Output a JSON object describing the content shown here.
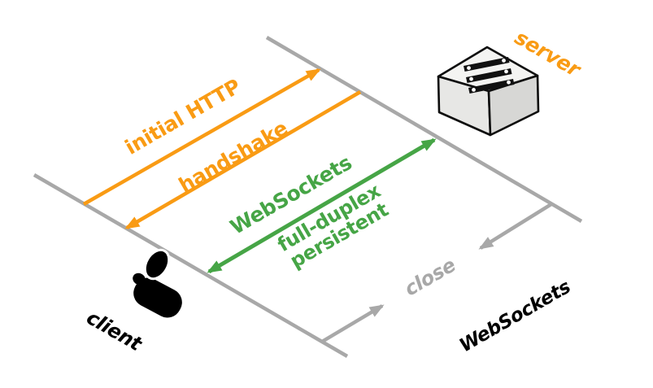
{
  "colors": {
    "orange": "#f99b14",
    "green": "#46a546",
    "gray": "#a8a8a8",
    "black": "#000000"
  },
  "labels": {
    "initial_http": "initial HTTP",
    "handshake": "handshake",
    "websockets_channel": "WebSockets",
    "full_duplex": "full-duplex",
    "persistent": "persistent",
    "close": "close",
    "websockets_protocol": "WebSockets",
    "client": "client",
    "server": "server"
  },
  "icons": {
    "client": "person-icon",
    "server": "server-box-icon"
  }
}
